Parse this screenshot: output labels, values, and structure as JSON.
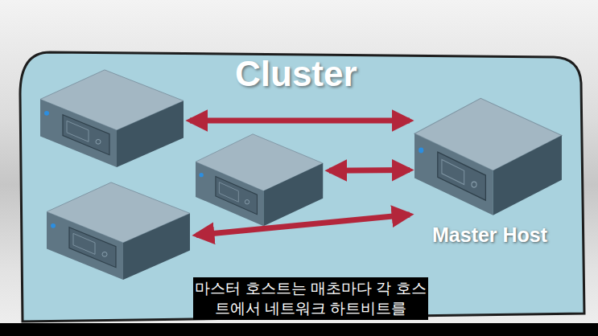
{
  "diagram": {
    "caption": "마스터 호스트는 매초마다 각 호스트에서 네트워크 하트비트를",
    "nodes": [
      {
        "text": [
          "Cluster"
        ]
      },
      {
        "text": [],
        "in": 0
      },
      {
        "text": [],
        "in": 0
      },
      {
        "text": [],
        "in": 0
      },
      {
        "text": [
          "Master Host"
        ],
        "in": 0
      }
    ],
    "edges": [
      {
        "from": 1,
        "to": 4,
        "arrow": "both"
      },
      {
        "from": 2,
        "to": 4,
        "arrow": "both"
      },
      {
        "from": 3,
        "to": 4,
        "arrow": "both"
      }
    ]
  }
}
